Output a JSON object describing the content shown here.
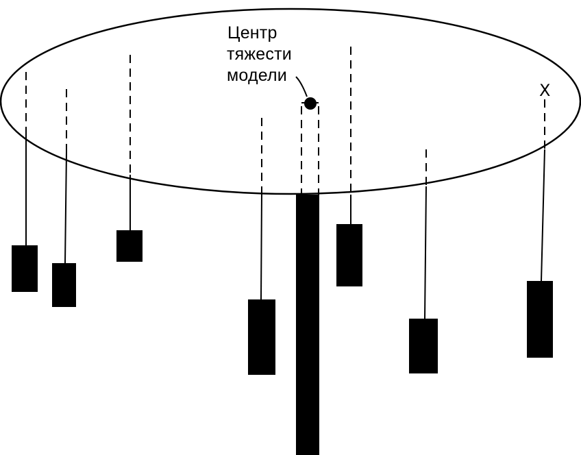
{
  "center_label": {
    "line1": "Центр",
    "line2": "тяжести",
    "line3": "модели"
  },
  "x_marker": "X",
  "colors": {
    "ink": "#000000",
    "paper": "#ffffff"
  }
}
